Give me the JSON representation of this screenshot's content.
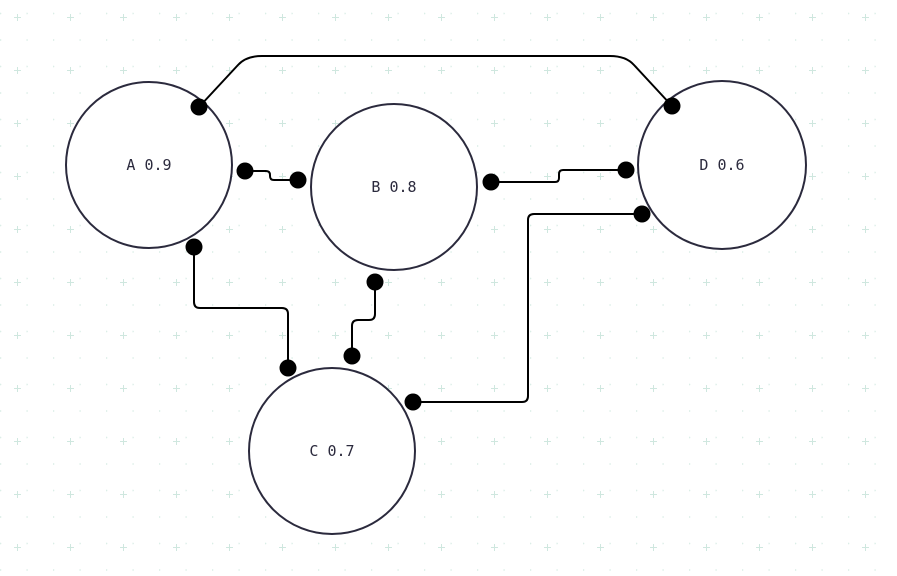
{
  "diagram": {
    "nodes": [
      {
        "id": "A",
        "label": "A 0.9"
      },
      {
        "id": "B",
        "label": "B 0.8"
      },
      {
        "id": "C",
        "label": "C 0.7"
      },
      {
        "id": "D",
        "label": "D 0.6"
      }
    ],
    "edges": [
      {
        "from": "A",
        "to": "D"
      },
      {
        "from": "A",
        "to": "B"
      },
      {
        "from": "B",
        "to": "D"
      },
      {
        "from": "A",
        "to": "C"
      },
      {
        "from": "B",
        "to": "C"
      },
      {
        "from": "D",
        "to": "C"
      }
    ],
    "colors": {
      "node_stroke": "#2b2a3d",
      "edge": "#000000",
      "grid": "#cfe7df"
    }
  }
}
